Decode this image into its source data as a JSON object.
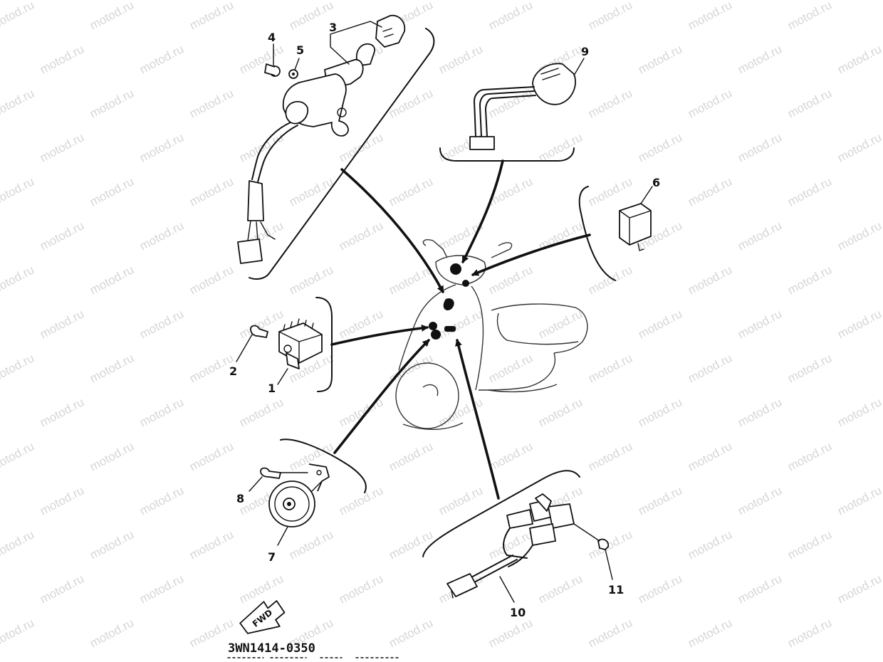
{
  "watermark": {
    "text": "motod.ru"
  },
  "part_code": "3WN1414-0350",
  "fwd_label": "FWD",
  "callouts": [
    "1",
    "2",
    "3",
    "4",
    "5",
    "6",
    "7",
    "8",
    "9",
    "10",
    "11"
  ]
}
